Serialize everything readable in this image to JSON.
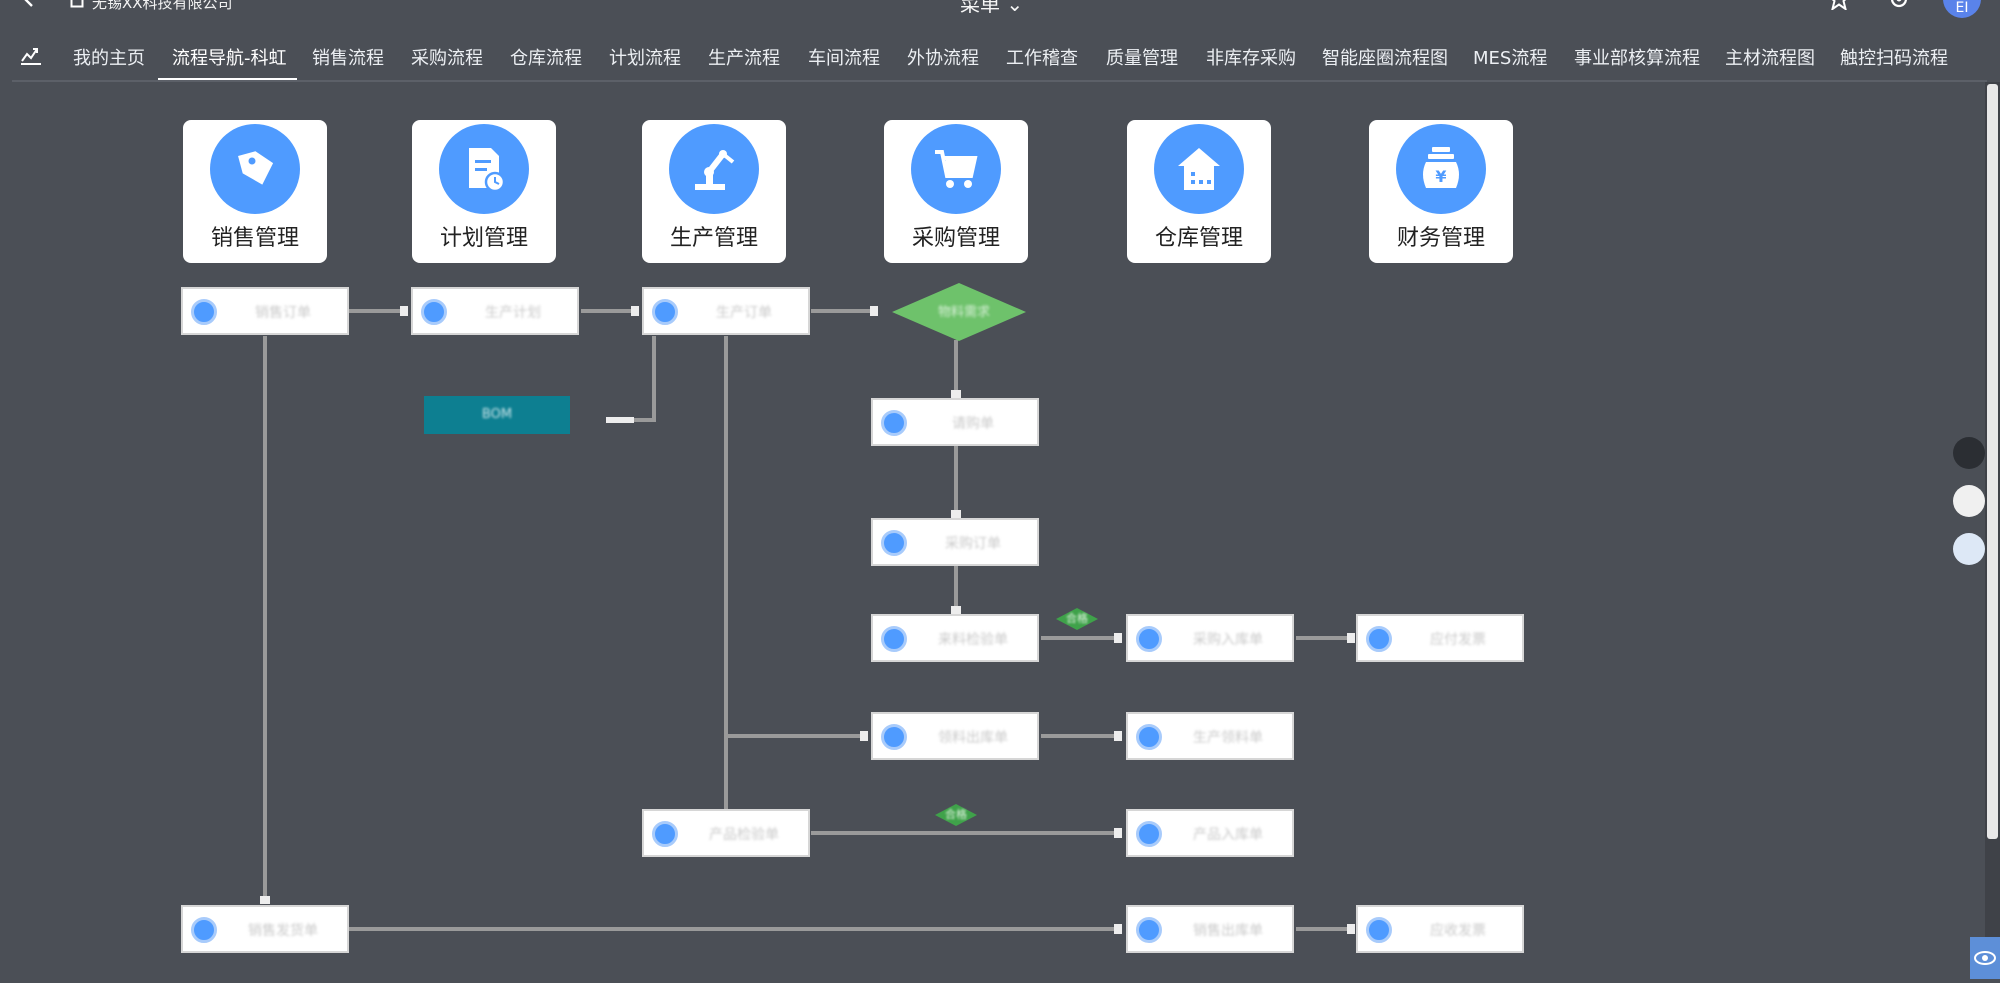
{
  "header": {
    "company": "无锡XX科技有限公司",
    "menu_title": "菜单",
    "avatar_text": "EI"
  },
  "tabs": [
    {
      "label": "我的主页"
    },
    {
      "label": "流程导航-科虹",
      "active": true
    },
    {
      "label": "销售流程"
    },
    {
      "label": "采购流程"
    },
    {
      "label": "仓库流程"
    },
    {
      "label": "计划流程"
    },
    {
      "label": "生产流程"
    },
    {
      "label": "车间流程"
    },
    {
      "label": "外协流程"
    },
    {
      "label": "工作稽查"
    },
    {
      "label": "质量管理"
    },
    {
      "label": "非库存采购"
    },
    {
      "label": "智能座圈流程图"
    },
    {
      "label": "MES流程"
    },
    {
      "label": "事业部核算流程"
    },
    {
      "label": "主材流程图"
    },
    {
      "label": "触控扫码流程"
    }
  ],
  "modules": [
    {
      "label": "销售管理",
      "icon": "tag-icon"
    },
    {
      "label": "计划管理",
      "icon": "plan-doc-icon"
    },
    {
      "label": "生产管理",
      "icon": "robot-arm-icon"
    },
    {
      "label": "采购管理",
      "icon": "cart-icon"
    },
    {
      "label": "仓库管理",
      "icon": "warehouse-icon"
    },
    {
      "label": "财务管理",
      "icon": "money-bag-icon"
    }
  ],
  "flow": {
    "nodes": {
      "sales_order": "销售订单",
      "production_plan": "生产计划",
      "production_order": "生产订单",
      "purchase_request": "请购单",
      "purchase_order": "采购订单",
      "incoming_inspection": "来料检验单",
      "purchase_receipt": "采购入库单",
      "ap_invoice": "应付发票",
      "material_issue": "领料出库单",
      "production_material": "生产领料单",
      "product_inspection": "产品检验单",
      "product_receipt": "产品入库单",
      "sales_delivery": "销售发货单",
      "sales_outbound": "销售出库单",
      "ar_invoice": "应收发票"
    },
    "decision": "物料需求",
    "bom": "BOM",
    "badges": [
      "合格",
      "合格"
    ]
  },
  "colors": {
    "background": "#4b4f56",
    "accent": "#4f9bff",
    "decision": "#6ec26b",
    "bom": "#0d7f91"
  }
}
